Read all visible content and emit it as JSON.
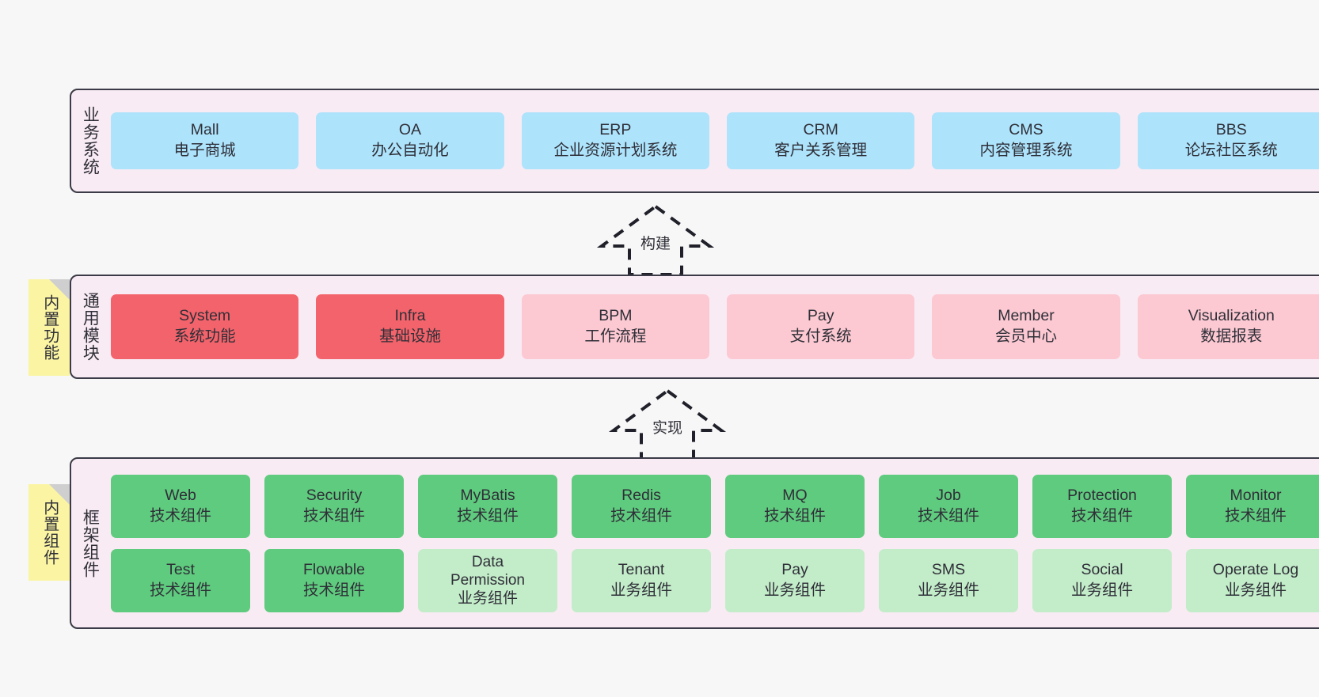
{
  "diagram": {
    "background": "#f7f7f7",
    "band_bg": "#f9ebf4",
    "band_border": "#3b3b47",
    "note_bg": "#fbf5a3",
    "colors": {
      "business": "#ade3fb",
      "module_core": "#f3636b",
      "module_optional": "#fcc9d2",
      "framework_tech": "#5fcb7e",
      "framework_biz": "#c3ecc9"
    }
  },
  "layers": [
    {
      "id": "business",
      "title": "业务系统",
      "note": null,
      "rows": [
        {
          "cards": [
            {
              "name": "Mall",
              "sub": "电子商城",
              "style": "c-blue"
            },
            {
              "name": "OA",
              "sub": "办公自动化",
              "style": "c-blue"
            },
            {
              "name": "ERP",
              "sub": "企业资源计划系统",
              "style": "c-blue"
            },
            {
              "name": "CRM",
              "sub": "客户关系管理",
              "style": "c-blue"
            },
            {
              "name": "CMS",
              "sub": "内容管理系统",
              "style": "c-blue"
            },
            {
              "name": "BBS",
              "sub": "论坛社区系统",
              "style": "c-blue"
            }
          ]
        }
      ]
    },
    {
      "id": "modules",
      "title": "通用模块",
      "note": "内置功能",
      "rows": [
        {
          "cards": [
            {
              "name": "System",
              "sub": "系统功能",
              "style": "c-red"
            },
            {
              "name": "Infra",
              "sub": "基础设施",
              "style": "c-red"
            },
            {
              "name": "BPM",
              "sub": "工作流程",
              "style": "c-pink"
            },
            {
              "name": "Pay",
              "sub": "支付系统",
              "style": "c-pink"
            },
            {
              "name": "Member",
              "sub": "会员中心",
              "style": "c-pink"
            },
            {
              "name": "Visualization",
              "sub": "数据报表",
              "style": "c-pink"
            }
          ]
        }
      ]
    },
    {
      "id": "framework",
      "title": "框架组件",
      "note": "内置组件",
      "rows": [
        {
          "cards": [
            {
              "name": "Web",
              "sub": "技术组件",
              "style": "c-green"
            },
            {
              "name": "Security",
              "sub": "技术组件",
              "style": "c-green"
            },
            {
              "name": "MyBatis",
              "sub": "技术组件",
              "style": "c-green"
            },
            {
              "name": "Redis",
              "sub": "技术组件",
              "style": "c-green"
            },
            {
              "name": "MQ",
              "sub": "技术组件",
              "style": "c-green"
            },
            {
              "name": "Job",
              "sub": "技术组件",
              "style": "c-green"
            },
            {
              "name": "Protection",
              "sub": "技术组件",
              "style": "c-green"
            },
            {
              "name": "Monitor",
              "sub": "技术组件",
              "style": "c-green"
            }
          ]
        },
        {
          "cards": [
            {
              "name": "Test",
              "sub": "技术组件",
              "style": "c-green"
            },
            {
              "name": "Flowable",
              "sub": "技术组件",
              "style": "c-green"
            },
            {
              "name": "Data Permission",
              "sub": "业务组件",
              "style": "c-greenlight"
            },
            {
              "name": "Tenant",
              "sub": "业务组件",
              "style": "c-greenlight"
            },
            {
              "name": "Pay",
              "sub": "业务组件",
              "style": "c-greenlight"
            },
            {
              "name": "SMS",
              "sub": "业务组件",
              "style": "c-greenlight"
            },
            {
              "name": "Social",
              "sub": "业务组件",
              "style": "c-greenlight"
            },
            {
              "name": "Operate Log",
              "sub": "业务组件",
              "style": "c-greenlight"
            }
          ]
        }
      ]
    }
  ],
  "arrows": [
    {
      "id": "build",
      "label": "构建"
    },
    {
      "id": "implement",
      "label": "实现"
    }
  ]
}
